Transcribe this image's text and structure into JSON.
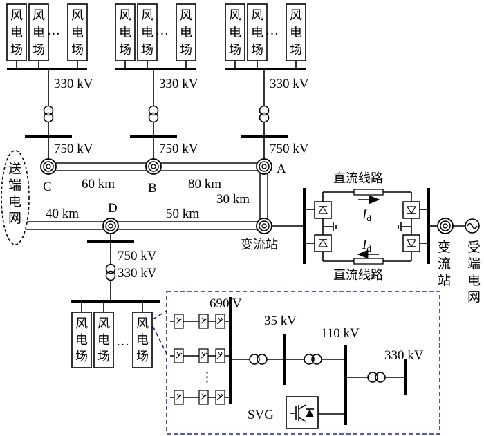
{
  "farm": {
    "label": "风电场",
    "chars": [
      "风",
      "电",
      "场"
    ],
    "ellipsis": "…"
  },
  "ellipsis_v": "⋮",
  "voltages": {
    "v330": "330 kV",
    "v750": "750 kV",
    "v690": "690 V",
    "v35": "35 kV",
    "v110": "110 kV",
    "v330b": "330 kV"
  },
  "nodes": {
    "A": "A",
    "B": "B",
    "C": "C",
    "D": "D"
  },
  "distances": {
    "CB": "60 km",
    "BA": "80 km",
    "A_conv": "30 km",
    "left_D": "40 km",
    "D_conv": "50 km"
  },
  "send_grid": {
    "label": "送端电网",
    "chars": [
      "送",
      "端",
      "电",
      "网"
    ]
  },
  "recv_grid": {
    "label": "受端电网",
    "chars": [
      "受",
      "端",
      "电",
      "网"
    ]
  },
  "converter": {
    "label": "变流站",
    "chars": [
      "变",
      "流",
      "站"
    ]
  },
  "dc_line": "直流线路",
  "dc_current": {
    "symbol": "I",
    "sub": "d"
  },
  "svg_device": "SVG",
  "colors": {
    "line": "#000000",
    "dashed_box": "#23238f"
  }
}
